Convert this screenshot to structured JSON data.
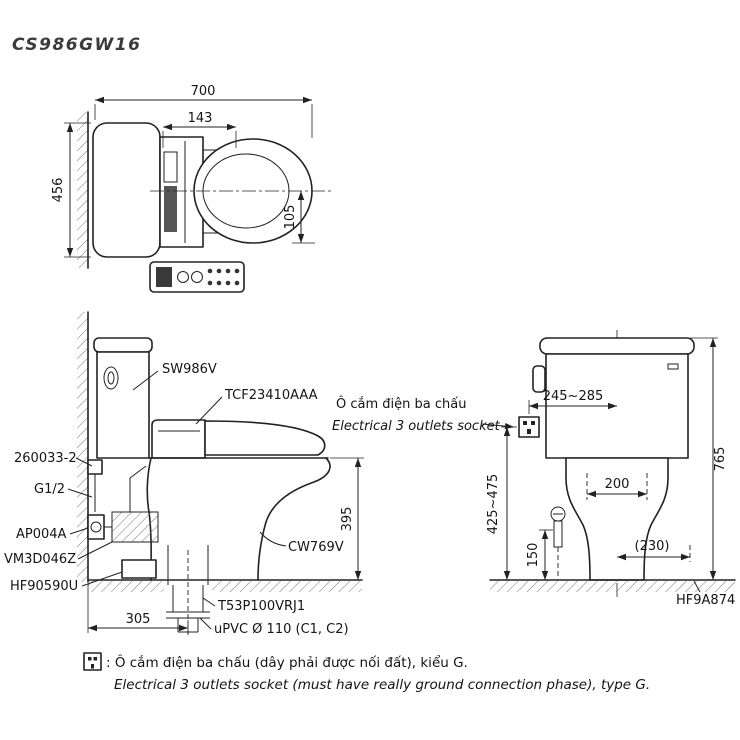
{
  "title": "CS986GW16",
  "top_view": {
    "dim_width": "700",
    "dim_seat_offset": "143",
    "dim_depth": "456",
    "dim_center_offset": "105"
  },
  "side_view": {
    "tank_label": "SW986V",
    "washlet_label": "TCF23410AAA",
    "socket_label_vi": "Ô cắm điện ba chấu",
    "socket_label_en": "Electrical 3 outlets socket",
    "inlet_fitting_label": "260033-2",
    "thread_label": "G1/2",
    "valve_label": "AP004A",
    "hose_label": "VM3D046Z",
    "flange_label": "HF90590U",
    "bowl_label": "CW769V",
    "drain_joint_label": "T53P100VRJ1",
    "drain_pipe_label": "uPVC Ø 110 (C1, C2)",
    "dim_rim_height": "395",
    "dim_drain_offset": "305"
  },
  "rear_view": {
    "dim_socket_offset": "245~285",
    "dim_total_height": "765",
    "dim_socket_height": "425~475",
    "dim_bolt_spacing": "200",
    "dim_bolt_height": "150",
    "dim_half_width": "(230)",
    "gasket_label": "HF9A874"
  },
  "footnote": {
    "note_vi": ": Ô cắm điện ba chấu (dây phải được nối đất), kiểu G.",
    "note_en": "Electrical 3 outlets socket (must have really ground connection phase), type G."
  }
}
